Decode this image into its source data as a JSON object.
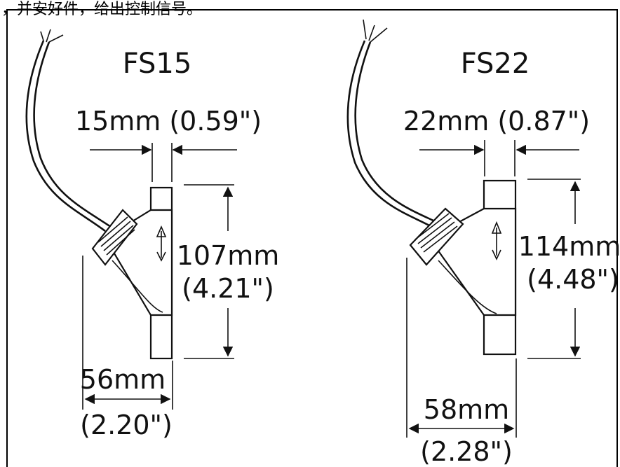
{
  "header_text": "，并安好件，给出控制信号。",
  "colors": {
    "ink": "#111111",
    "frame": "#000000",
    "background": "#ffffff"
  },
  "sensors": [
    {
      "model": "FS15",
      "pipe_diameter": "15mm (0.59\")",
      "height_mm": "107mm",
      "height_in": "(4.21\")",
      "width_mm": "56mm",
      "width_in": "(2.20\")",
      "flow_icon": "flow-direction-arrows-icon"
    },
    {
      "model": "FS22",
      "pipe_diameter": "22mm (0.87\")",
      "height_mm": "114mm",
      "height_in": "(4.48\")",
      "width_mm": "58mm",
      "width_in": "(2.28\")",
      "flow_icon": "flow-direction-arrows-icon"
    }
  ]
}
